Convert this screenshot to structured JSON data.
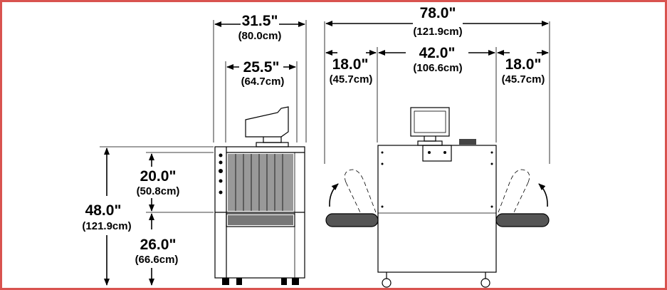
{
  "dimensions": {
    "side_overall_width": {
      "imperial": "31.5\"",
      "metric": "(80.0cm)"
    },
    "side_inner_width": {
      "imperial": "25.5\"",
      "metric": "(64.7cm)"
    },
    "front_overall_width": {
      "imperial": "78.0\"",
      "metric": "(121.9cm)"
    },
    "front_left_conveyor": {
      "imperial": "18.0\"",
      "metric": "(45.7cm)"
    },
    "front_center_width": {
      "imperial": "42.0\"",
      "metric": "(106.6cm)"
    },
    "front_right_conveyor": {
      "imperial": "18.0\"",
      "metric": "(45.7cm)"
    },
    "overall_height": {
      "imperial": "48.0\"",
      "metric": "(121.9cm)"
    },
    "upper_height": {
      "imperial": "20.0\"",
      "metric": "(50.8cm)"
    },
    "lower_height": {
      "imperial": "26.0\"",
      "metric": "(66.6cm)"
    }
  },
  "colors": {
    "frame": "#d9534f",
    "ink": "#000000"
  }
}
